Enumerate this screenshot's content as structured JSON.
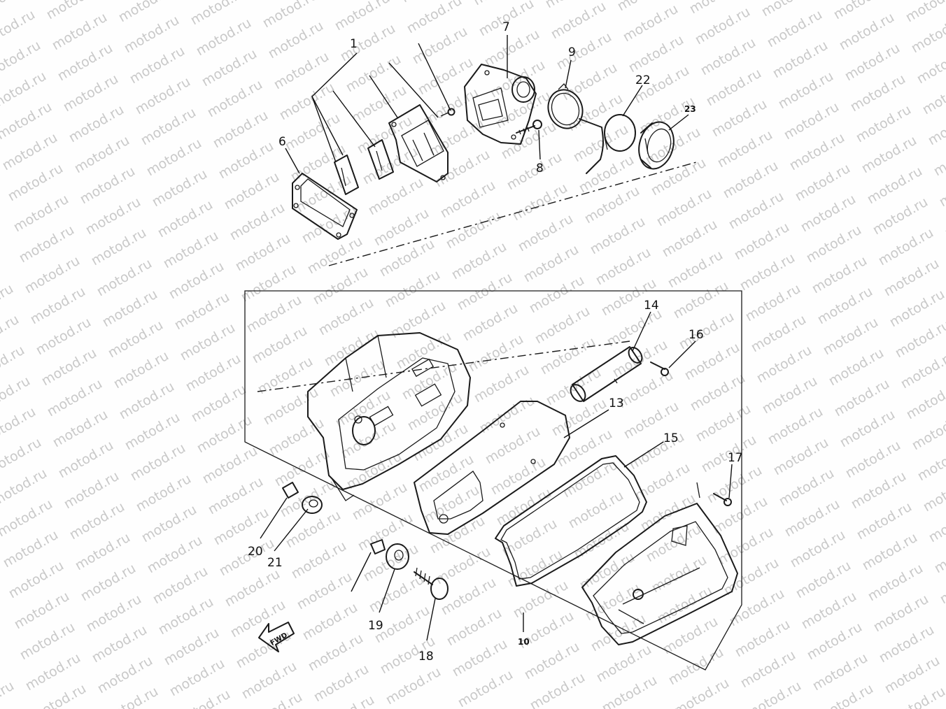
{
  "watermark": {
    "text": "motod.ru"
  },
  "callouts": {
    "p1": "1",
    "p6": "6",
    "p7": "7",
    "p8": "8",
    "p9": "9",
    "p22": "22",
    "p23": "23",
    "p14": "14",
    "p16": "16",
    "p13": "13",
    "p15": "15",
    "p17": "17",
    "p20": "20",
    "p21": "21",
    "p19": "19",
    "p18": "18",
    "p10": "10"
  },
  "fwd_label": "FWD"
}
